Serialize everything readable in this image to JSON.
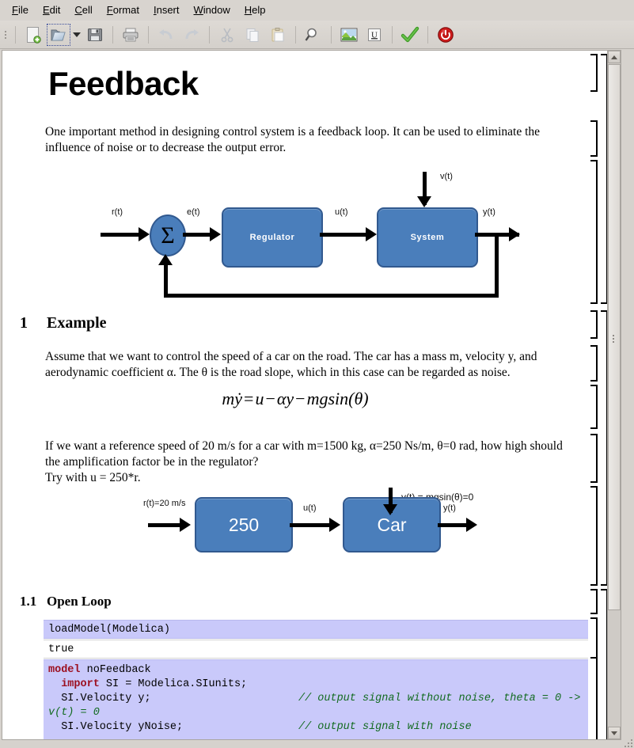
{
  "menu": {
    "items": [
      {
        "label": "File",
        "mnemonic": "F"
      },
      {
        "label": "Edit",
        "mnemonic": "E"
      },
      {
        "label": "Cell",
        "mnemonic": "C"
      },
      {
        "label": "Format",
        "mnemonic": "F"
      },
      {
        "label": "Insert",
        "mnemonic": "I"
      },
      {
        "label": "Window",
        "mnemonic": "W"
      },
      {
        "label": "Help",
        "mnemonic": "H"
      }
    ]
  },
  "toolbar": {
    "buttons": [
      {
        "name": "new-icon",
        "tip": "New"
      },
      {
        "name": "open-folder-icon",
        "tip": "Open"
      },
      {
        "name": "open-dropdown-icon",
        "tip": "Recent files"
      },
      {
        "name": "save-icon",
        "tip": "Save"
      },
      {
        "name": "print-icon",
        "tip": "Print"
      },
      {
        "name": "undo-icon",
        "tip": "Undo"
      },
      {
        "name": "redo-icon",
        "tip": "Redo"
      },
      {
        "name": "cut-icon",
        "tip": "Cut"
      },
      {
        "name": "copy-icon",
        "tip": "Copy"
      },
      {
        "name": "paste-icon",
        "tip": "Paste"
      },
      {
        "name": "search-icon",
        "tip": "Find"
      },
      {
        "name": "image-icon",
        "tip": "Insert image"
      },
      {
        "name": "underline-icon",
        "tip": "Underline"
      },
      {
        "name": "evaluate-check-icon",
        "tip": "Evaluate"
      },
      {
        "name": "shutdown-icon",
        "tip": "Quit"
      }
    ]
  },
  "document": {
    "title": "Feedback",
    "intro": "One important method in designing control system is a feedback loop. It can be used to eliminate the influence of noise or to decrease the output error.",
    "sections": [
      {
        "number": "1",
        "heading": "Example"
      },
      {
        "number": "1.1",
        "heading": "Open Loop"
      }
    ],
    "example_text": "Assume that we want to control the speed of a car on the road. The car has a mass m, velocity y, and aerodynamic coefficient α. The θ is the road slope, which in this case can be regarded as noise.",
    "equation": {
      "lhs": "mẏ",
      "eq": "=",
      "rhs_1": "u",
      "minus": "−",
      "rhs_2": "αy",
      "rhs_3": "mgsin(θ)",
      "full": "mẏ = u − αy − mgsin(θ)"
    },
    "question_text": "If we want a reference speed of 20 m/s for a car with m=1500 kg, α=250 Ns/m, θ=0 rad, how high should the amplification factor be in the regulator?",
    "try_text": "Try with u = 250*r."
  },
  "diagram1": {
    "name": "feedback-block-diagram",
    "labels": {
      "reference": "r(t)",
      "error": "e(t)",
      "control": "u(t)",
      "noise": "v(t)",
      "output": "y(t)"
    },
    "blocks": {
      "sum": "Σ",
      "regulator": "Regulator",
      "system": "System"
    },
    "colors": {
      "fill": "#4a7ebb",
      "stroke": "#31598f",
      "text": "#ffffff"
    }
  },
  "diagram2": {
    "name": "open-loop-block-diagram",
    "labels": {
      "reference": "r(t)=20 m/s",
      "control": "u(t)",
      "noise": "v(t) = mgsin(θ)=0",
      "output": "y(t)"
    },
    "blocks": {
      "gain": "250",
      "plant": "Car"
    },
    "colors": {
      "fill": "#4a7ebb",
      "stroke": "#31598f",
      "text": "#ffffff"
    }
  },
  "cells": [
    {
      "type": "input",
      "name": "cell-loadmodel-input",
      "text": "loadModel(Modelica)"
    },
    {
      "type": "output",
      "name": "cell-loadmodel-output",
      "text": "true"
    },
    {
      "type": "input",
      "name": "cell-nofeedback-model-input",
      "lines": [
        {
          "segments": [
            {
              "t": "model",
              "cls": "kw"
            },
            {
              "t": " noFeedback",
              "cls": ""
            }
          ]
        },
        {
          "segments": [
            {
              "t": "  ",
              "cls": ""
            },
            {
              "t": "import",
              "cls": "kw"
            },
            {
              "t": " SI = Modelica.SIunits;",
              "cls": ""
            }
          ]
        },
        {
          "segments": [
            {
              "t": "  SI.Velocity y;",
              "cls": ""
            },
            {
              "t": "                       ",
              "cls": ""
            },
            {
              "t": "// output signal without noise, theta = 0 -> v(t) = 0",
              "cls": "cmt"
            }
          ]
        },
        {
          "segments": [
            {
              "t": "  SI.Velocity yNoise;",
              "cls": ""
            },
            {
              "t": "                  ",
              "cls": ""
            },
            {
              "t": "// output signal with noise",
              "cls": "cmt"
            }
          ]
        }
      ]
    }
  ],
  "cell_colors": {
    "input_background": "#c9c9fa",
    "output_background": "#ffffff",
    "keyword": "#9c1020",
    "comment": "#136b21"
  },
  "scrollbar": {
    "up_arrow": "▲",
    "down_arrow": "▼"
  }
}
